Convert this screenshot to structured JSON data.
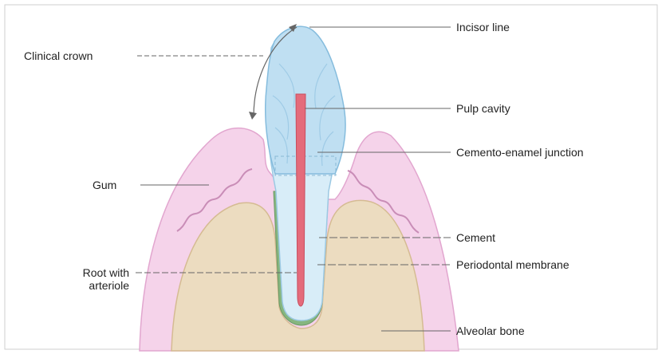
{
  "labels": {
    "clinical_crown": "Clinical crown",
    "gum": "Gum",
    "root_with_arteriole": "Root with arteriole",
    "incisal_line": "Incisor line",
    "pulp_cavity": "Pulp cavity",
    "cemento_enamel_junction": "Cemento-enamel junction",
    "cement": "Cement",
    "periodontal_membrane": "Periodontal membrane",
    "alveolar_bone": "Alveolar bone"
  },
  "colors": {
    "gum_pink": "#f3c8e6",
    "gum_edge": "#e6a9d4",
    "bone_tan": "#e9d3b0",
    "enamel_blue": "#bfe0f3",
    "dentine_blue": "#d9eef9",
    "pulp_red": "#e36a78",
    "cement_green": "#7fb07a",
    "leader_line": "#666666"
  }
}
